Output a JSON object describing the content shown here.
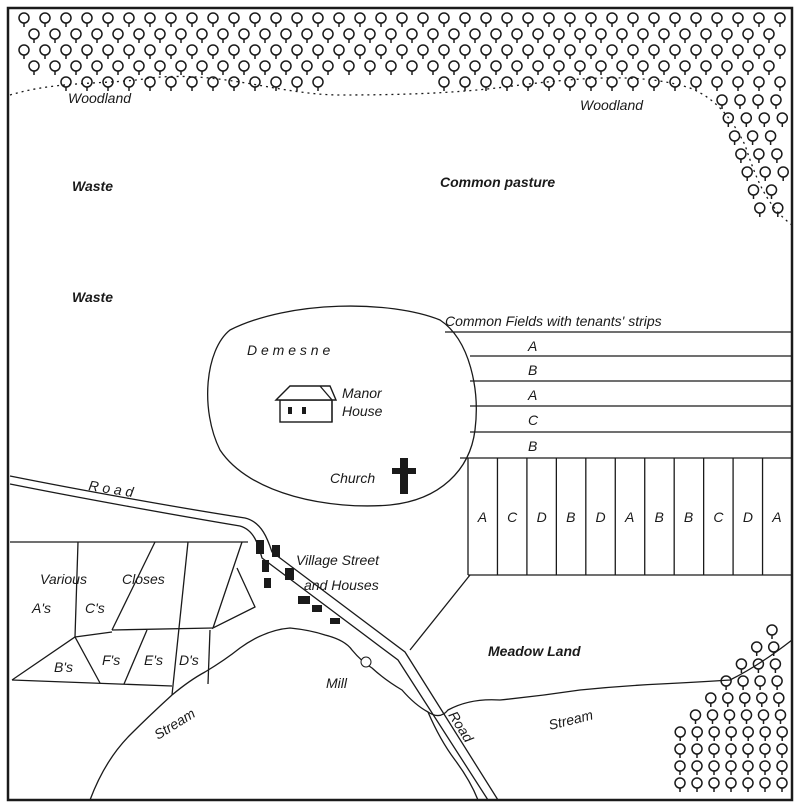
{
  "labels": {
    "woodland_left": "Woodland",
    "woodland_right": "Woodland",
    "waste_1": "Waste",
    "waste_2": "Waste",
    "common_pasture": "Common pasture",
    "common_fields": "Common Fields with tenants' strips",
    "demesne": "D e m e s n e",
    "manor_line1": "Manor",
    "manor_line2": "House",
    "church": "Church",
    "road_upper": "R o a d",
    "road_lower": "Road",
    "village_line1": "Village Street",
    "village_line2": "and Houses",
    "various": "Various",
    "closes": "Closes",
    "mill": "Mill",
    "meadow": "Meadow  Land",
    "stream_left": "Stream",
    "stream_right": "Stream"
  },
  "closes": [
    "A's",
    "C's",
    "B's",
    "F's",
    "E's",
    "D's"
  ],
  "horizontal_strips": [
    "A",
    "B",
    "A",
    "C",
    "B"
  ],
  "vertical_strips": [
    "A",
    "C",
    "D",
    "B",
    "D",
    "A",
    "B",
    "B",
    "C",
    "D",
    "A"
  ],
  "colors": {
    "ink": "#1a1a1a",
    "paper": "#ffffff"
  }
}
